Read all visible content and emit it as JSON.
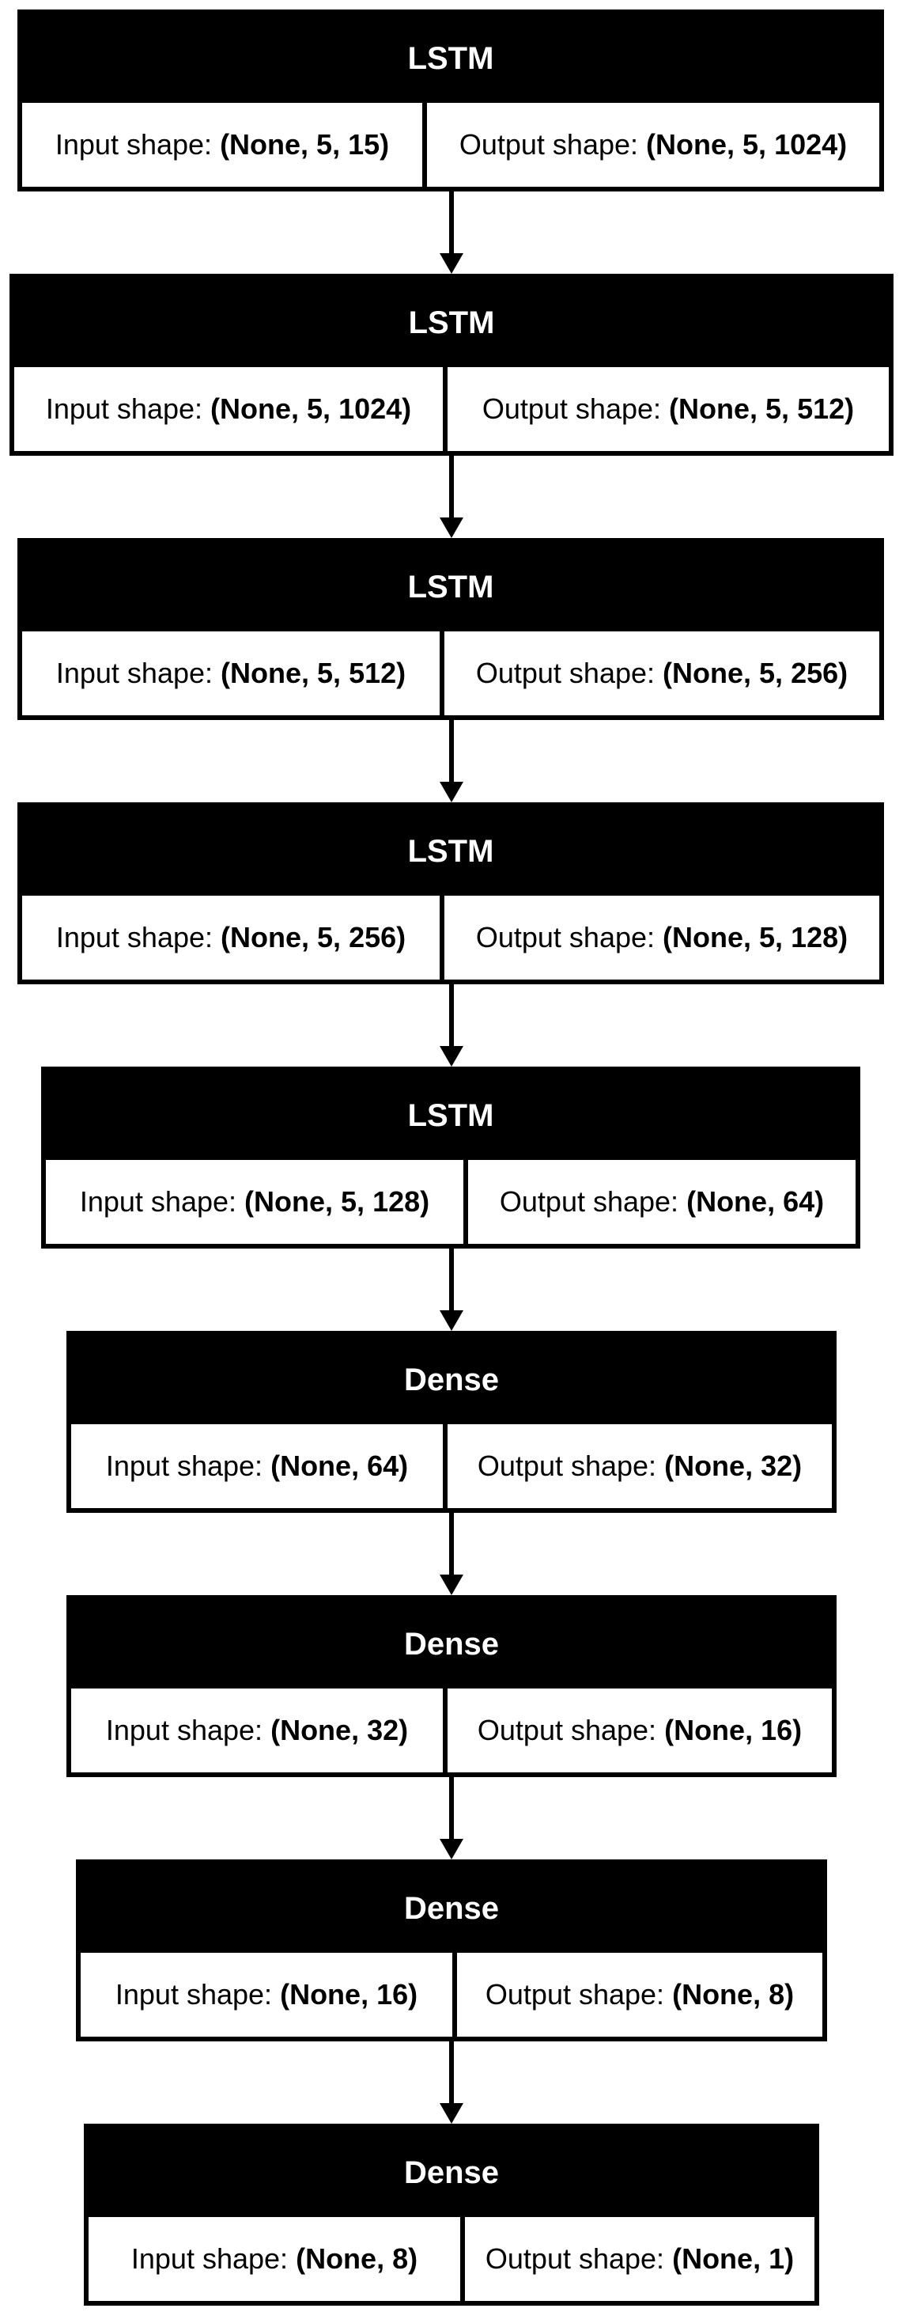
{
  "diagram": {
    "input_label": "Input shape:",
    "output_label": "Output shape:",
    "layers": [
      {
        "type": "LSTM",
        "input_shape": "(None, 5, 15)",
        "output_shape": "(None, 5, 1024)"
      },
      {
        "type": "LSTM",
        "input_shape": "(None, 5, 1024)",
        "output_shape": "(None, 5, 512)"
      },
      {
        "type": "LSTM",
        "input_shape": "(None, 5, 512)",
        "output_shape": "(None, 5, 256)"
      },
      {
        "type": "LSTM",
        "input_shape": "(None, 5, 256)",
        "output_shape": "(None, 5, 128)"
      },
      {
        "type": "LSTM",
        "input_shape": "(None, 5, 128)",
        "output_shape": "(None, 64)"
      },
      {
        "type": "Dense",
        "input_shape": "(None, 64)",
        "output_shape": "(None, 32)"
      },
      {
        "type": "Dense",
        "input_shape": "(None, 32)",
        "output_shape": "(None, 16)"
      },
      {
        "type": "Dense",
        "input_shape": "(None, 16)",
        "output_shape": "(None, 8)"
      },
      {
        "type": "Dense",
        "input_shape": "(None, 8)",
        "output_shape": "(None, 1)"
      }
    ]
  }
}
